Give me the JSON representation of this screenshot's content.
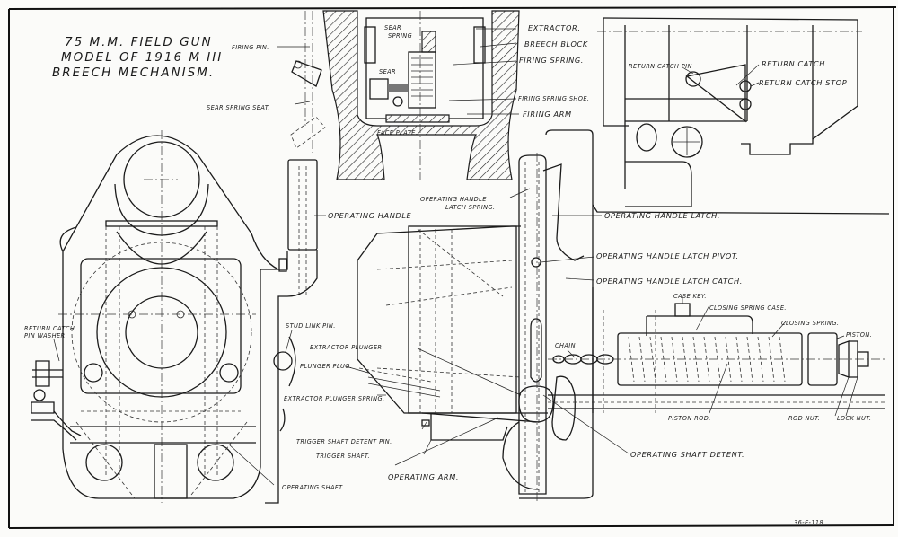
{
  "title": {
    "line1": "75 M.M. FIELD GUN",
    "line2": "MODEL OF 1916 M III",
    "line3": "BREECH MECHANISM."
  },
  "drawing_number": "36-E-118",
  "labels": {
    "firing_pin": "FIRING PIN.",
    "sear_spring_seat": "SEAR SPRING SEAT.",
    "sear_spring_1": "SEAR",
    "sear_spring_2": "SPRING",
    "sear": "SEAR",
    "face_plate": "FACE PLATE.",
    "extractor": "EXTRACTOR.",
    "breech_block": "BREECH BLOCK",
    "firing_spring": "FIRING SPRING.",
    "firing_spring_shoe": "FIRING SPRING SHOE.",
    "firing_arm": "FIRING ARM",
    "return_catch_pin": "RETURN CATCH PIN",
    "return_catch": "RETURN CATCH",
    "return_catch_stop": "RETURN CATCH STOP",
    "operating_handle": "OPERATING HANDLE",
    "operating_handle_latch_spring_1": "OPERATING HANDLE",
    "operating_handle_latch_spring_2": "LATCH SPRING.",
    "operating_handle_latch": "OPERATING HANDLE LATCH.",
    "operating_handle_latch_pivot": "OPERATING HANDLE LATCH PIVOT.",
    "operating_handle_latch_catch": "OPERATING HANDLE LATCH CATCH.",
    "case_key": "CASE KEY.",
    "closing_spring_case": "CLOSING SPRING CASE.",
    "closing_spring": "CLOSING SPRING.",
    "piston": "PISTON.",
    "chain": "CHAIN",
    "stud_link_pin": "STUD LINK PIN.",
    "return_catch_pin_washer_1": "RETURN CATCH",
    "return_catch_pin_washer_2": "PIN WASHER",
    "extractor_plunger": "EXTRACTOR PLUNGER",
    "plunger_plug": "PLUNGER PLUG.",
    "extractor_plunger_spring": "EXTRACTOR PLUNGER SPRING.",
    "trigger_shaft_detent_pin": "TRIGGER SHAFT DETENT PIN.",
    "trigger_shaft": "TRIGGER SHAFT.",
    "operating_arm": "OPERATING ARM.",
    "operating_shaft": "OPERATING SHAFT",
    "operating_shaft_detent": "OPERATING SHAFT DETENT.",
    "piston_rod": "PISTON ROD.",
    "rod_nut": "ROD NUT.",
    "lock_nut": "LOCK NUT."
  }
}
